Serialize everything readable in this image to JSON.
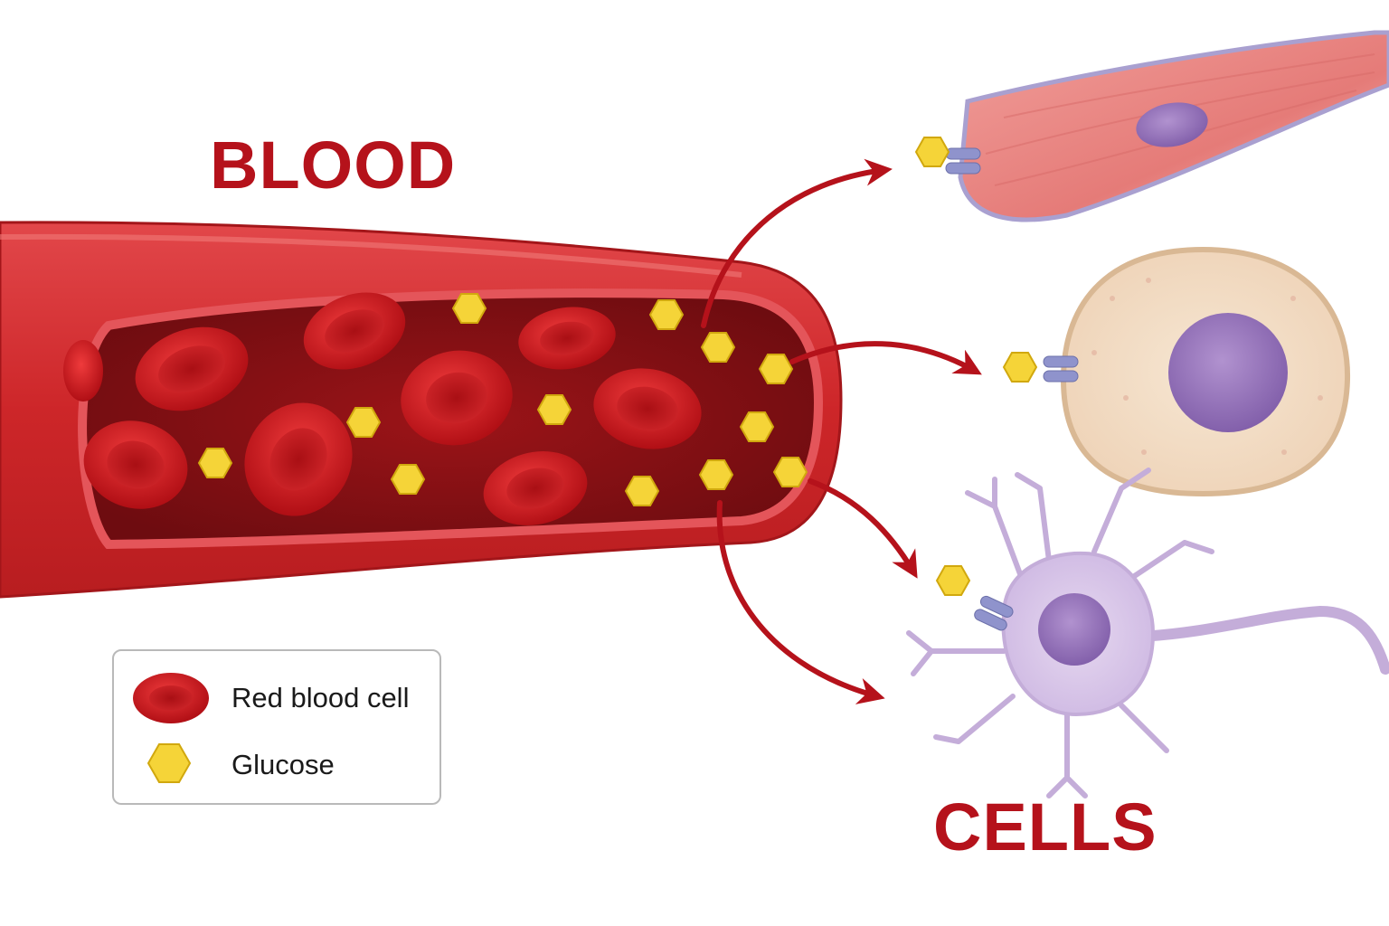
{
  "labels": {
    "blood": "BLOOD",
    "cells": "CELLS"
  },
  "legend": {
    "items": [
      {
        "label": "Red blood cell",
        "icon": "red-blood-cell-icon"
      },
      {
        "label": "Glucose",
        "icon": "glucose-icon"
      }
    ]
  },
  "colors": {
    "title_red": "#b5121b",
    "vessel_red": "#cf2a2c",
    "glucose_yellow": "#f5d438",
    "arrow_red": "#b5121b",
    "transporter_blue": "#8f93cc"
  }
}
